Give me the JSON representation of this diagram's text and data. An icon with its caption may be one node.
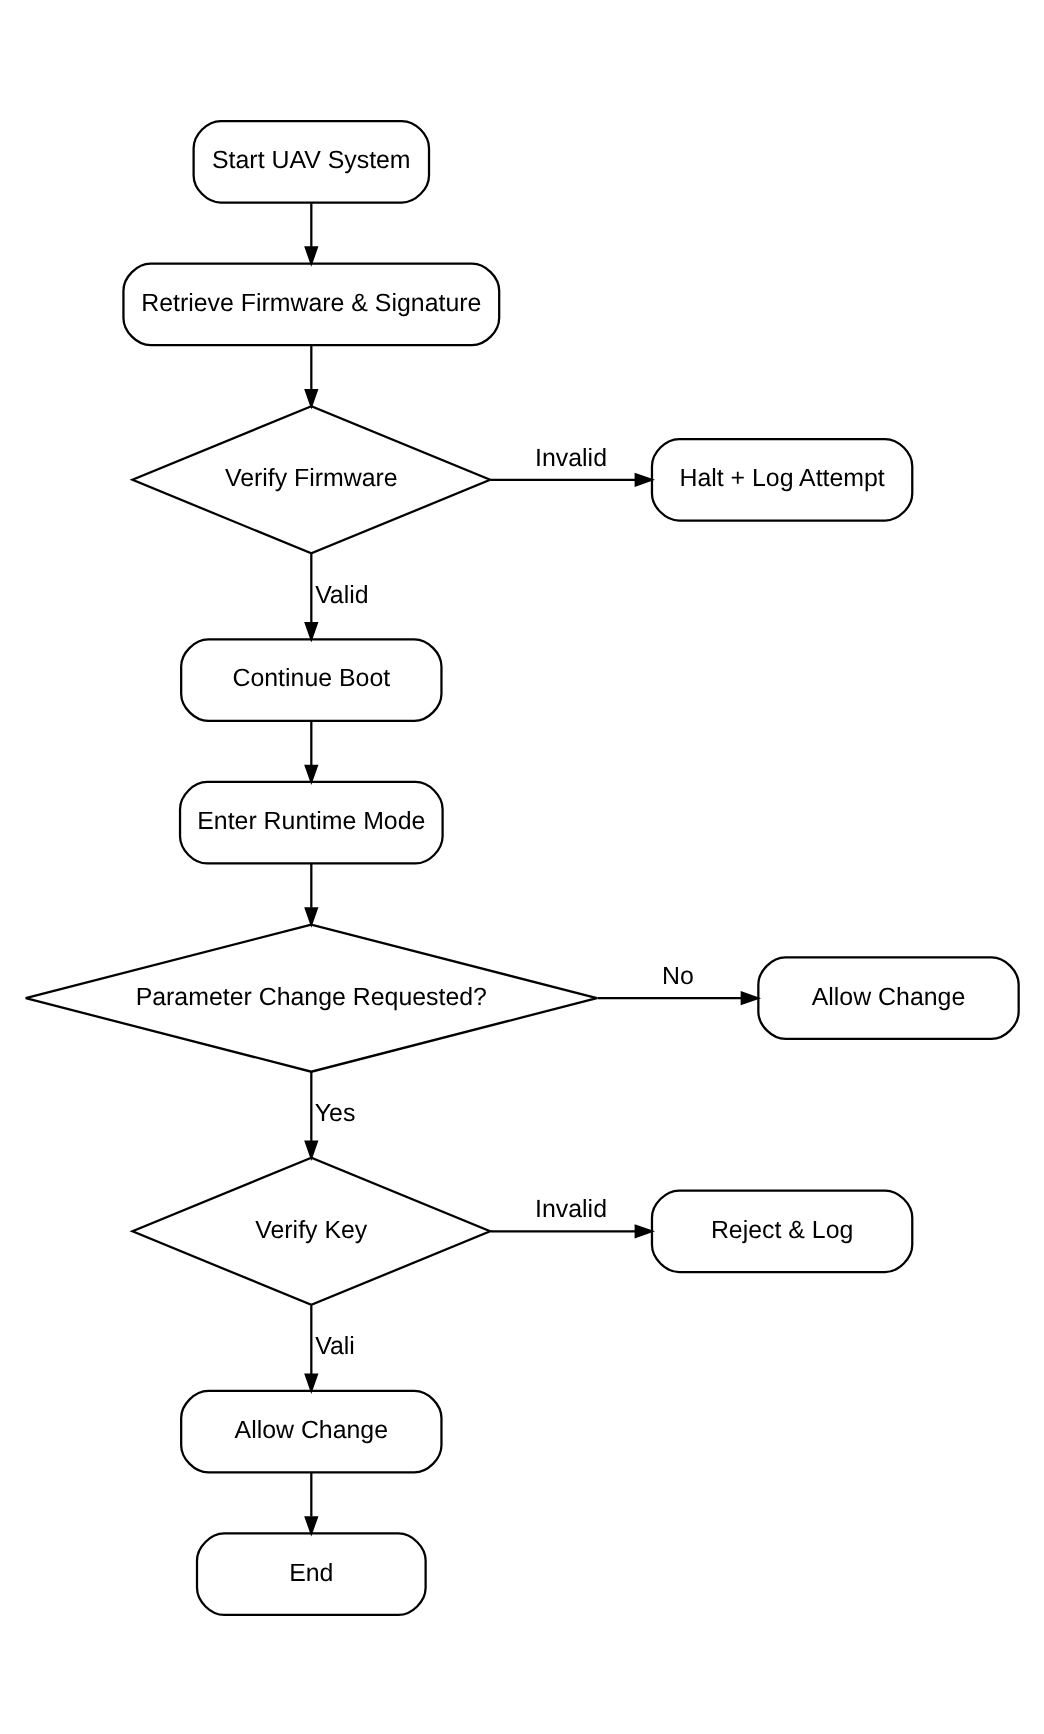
{
  "diagram": {
    "nodes": [
      {
        "text": [
          "Start UAV System"
        ]
      },
      {
        "text": [
          "Retrieve Firmware & Signature"
        ]
      },
      {
        "text": [
          "Verify Firmware"
        ]
      },
      {
        "text": [
          "Halt + Log Attempt"
        ]
      },
      {
        "text": [
          "Continue Boot"
        ]
      },
      {
        "text": [
          "Enter Runtime Mode"
        ]
      },
      {
        "text": [
          "Parameter Change Requested?"
        ]
      },
      {
        "text": [
          "Allow Change"
        ]
      },
      {
        "text": [
          "Verify Key"
        ]
      },
      {
        "text": [
          "Reject & Log"
        ]
      },
      {
        "text": [
          "Allow Change"
        ]
      },
      {
        "text": [
          "End"
        ]
      }
    ],
    "edges": [
      {
        "from": 0,
        "to": 1,
        "arrow": "to"
      },
      {
        "from": 1,
        "to": 2,
        "arrow": "to"
      },
      {
        "from": 2,
        "to": 3,
        "arrow": "to",
        "label": "Invalid"
      },
      {
        "from": 2,
        "to": 4,
        "arrow": "to",
        "label": "Valid"
      },
      {
        "from": 4,
        "to": 5,
        "arrow": "to"
      },
      {
        "from": 5,
        "to": 6,
        "arrow": "to"
      },
      {
        "from": 6,
        "to": 7,
        "arrow": "to",
        "label": "No"
      },
      {
        "from": 6,
        "to": 8,
        "arrow": "to",
        "label": "Yes"
      },
      {
        "from": 8,
        "to": 9,
        "arrow": "to",
        "label": "Invalid"
      },
      {
        "from": 8,
        "to": 10,
        "arrow": "to",
        "label": "Vali"
      },
      {
        "from": 10,
        "to": 11,
        "arrow": "to"
      }
    ]
  }
}
